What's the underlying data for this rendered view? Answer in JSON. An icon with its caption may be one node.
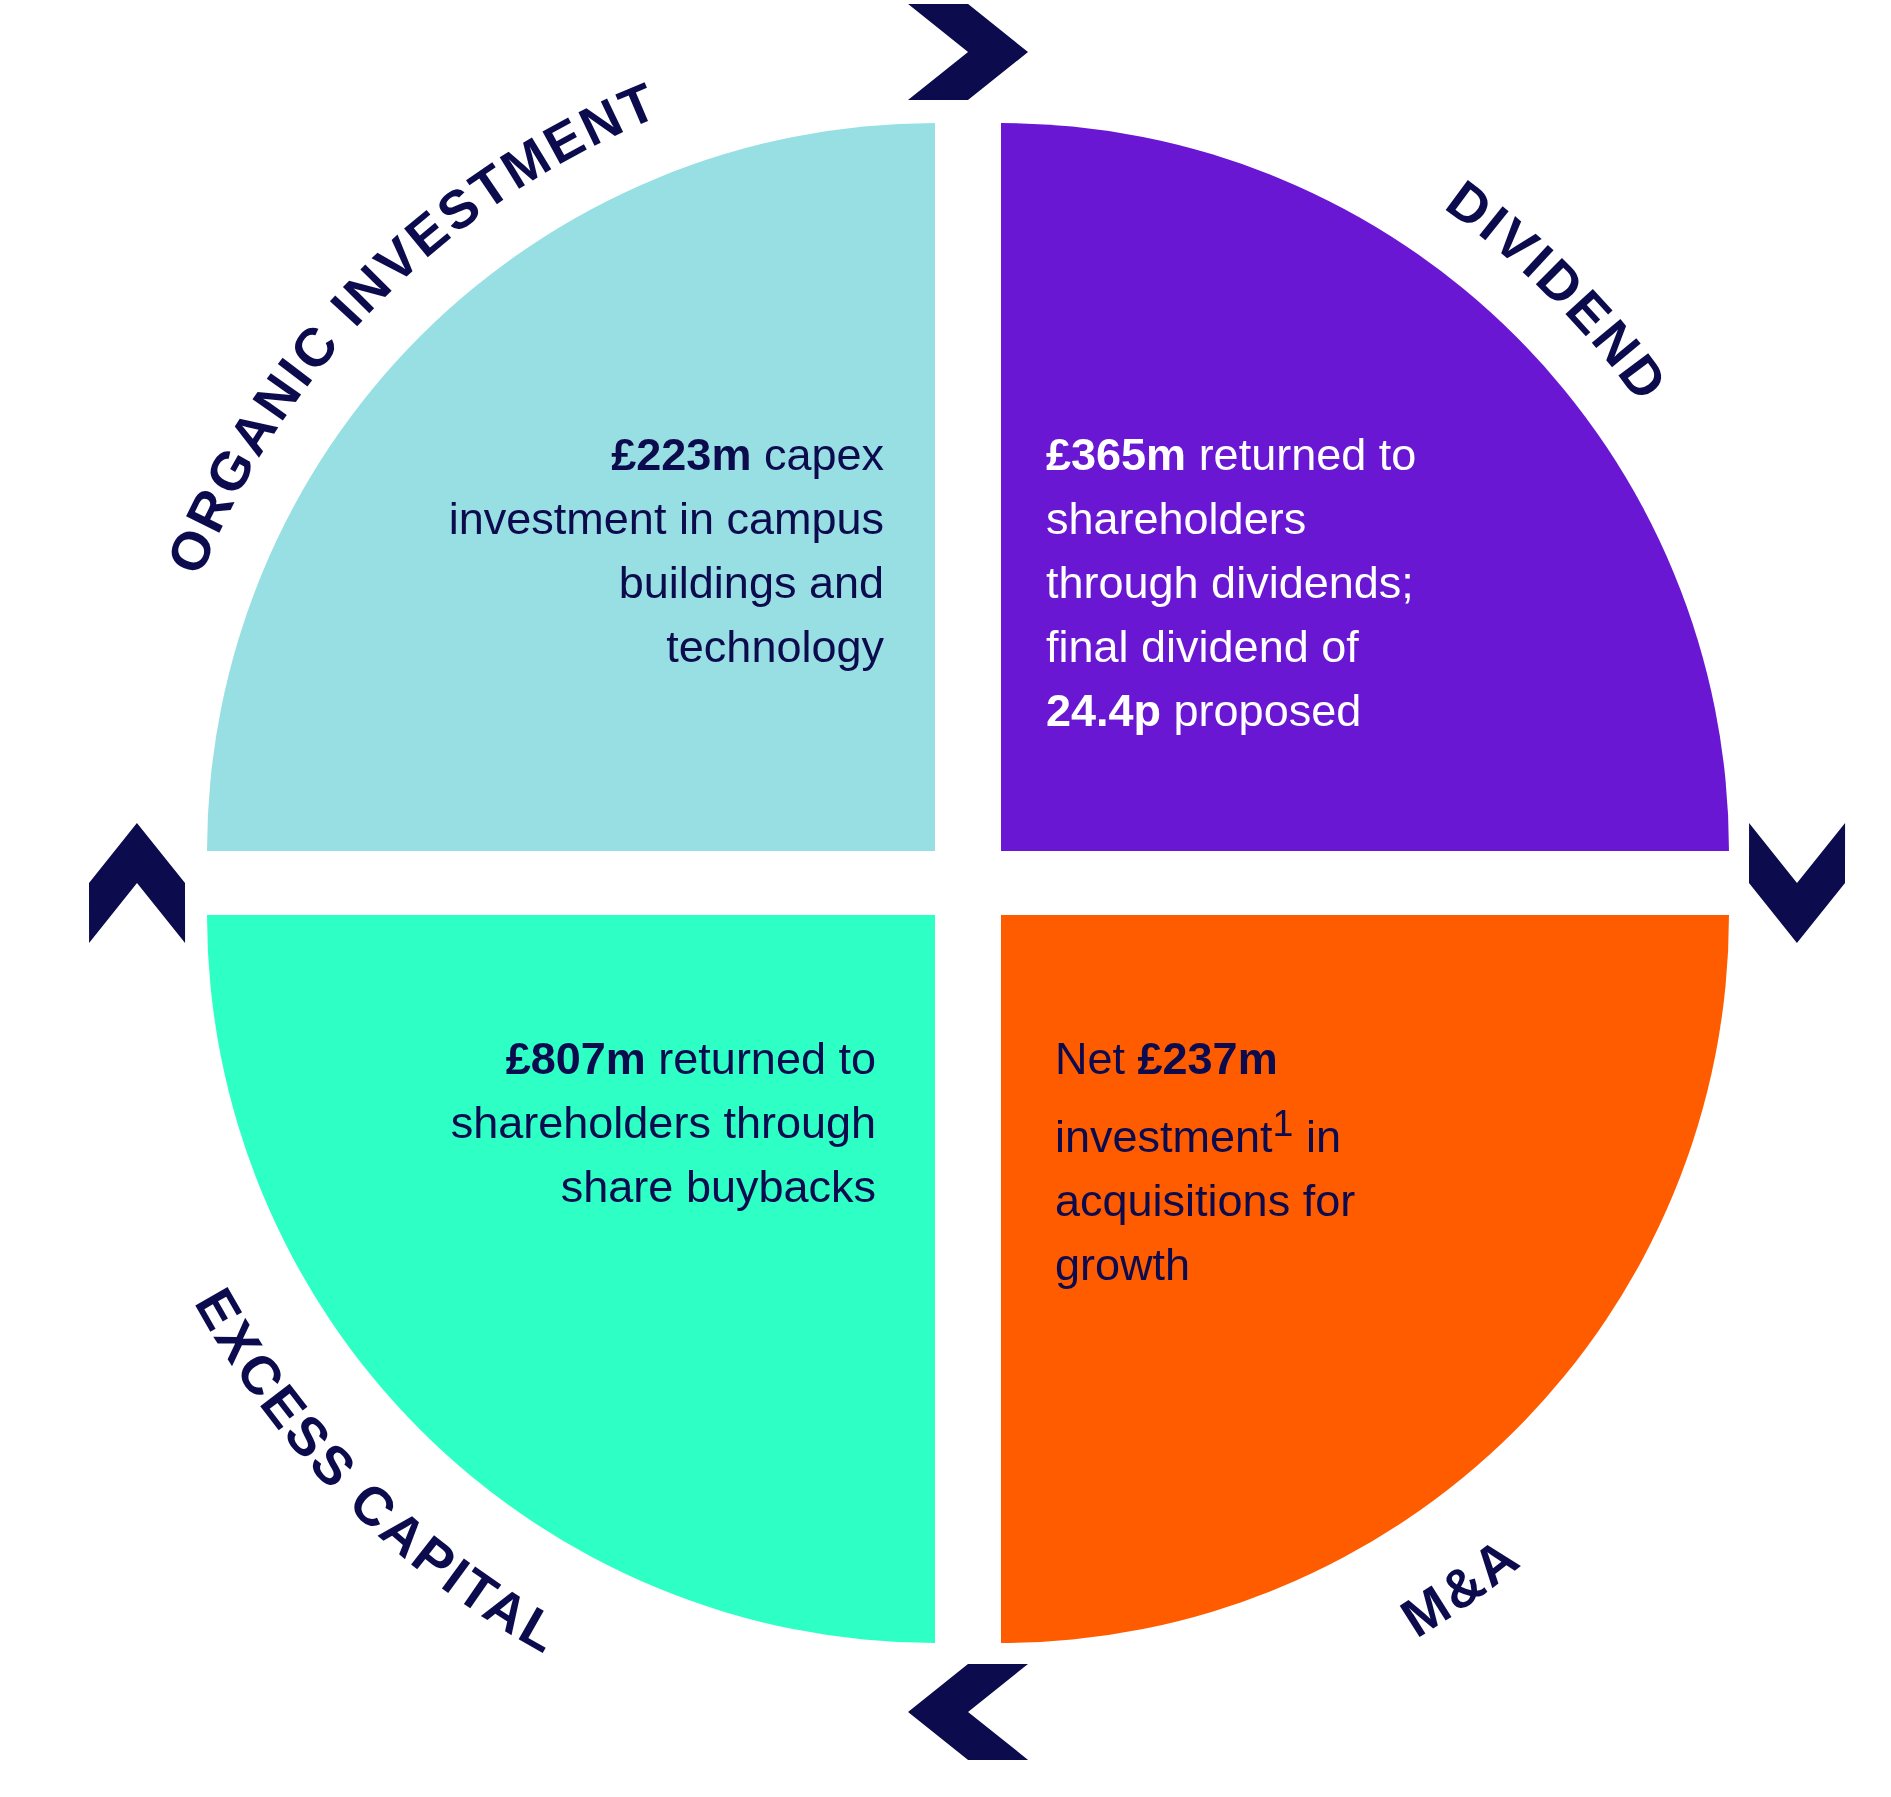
{
  "diagram": {
    "nodes": [
      {
        "text": [
          "ORGANIC INVESTMENT",
          "**£223m** capex investment in campus buildings and technology"
        ]
      },
      {
        "text": [
          "DIVIDEND",
          "**£365m** returned to shareholders through dividends; final dividend of **24.4p** proposed"
        ]
      },
      {
        "text": [
          "**£807m** returned to shareholders through share buybacks",
          "EXCESS CAPITAL"
        ]
      },
      {
        "text": [
          "Net **£237m** investment$^{1}$ in acquisitions for growth",
          "M&A"
        ]
      }
    ],
    "edges": [
      {
        "from": 0,
        "to": 1,
        "arrow": "to"
      },
      {
        "from": 1,
        "to": 3,
        "arrow": "to"
      },
      {
        "from": 3,
        "to": 2,
        "arrow": "to"
      },
      {
        "from": 2,
        "to": 0,
        "arrow": "to"
      }
    ]
  }
}
